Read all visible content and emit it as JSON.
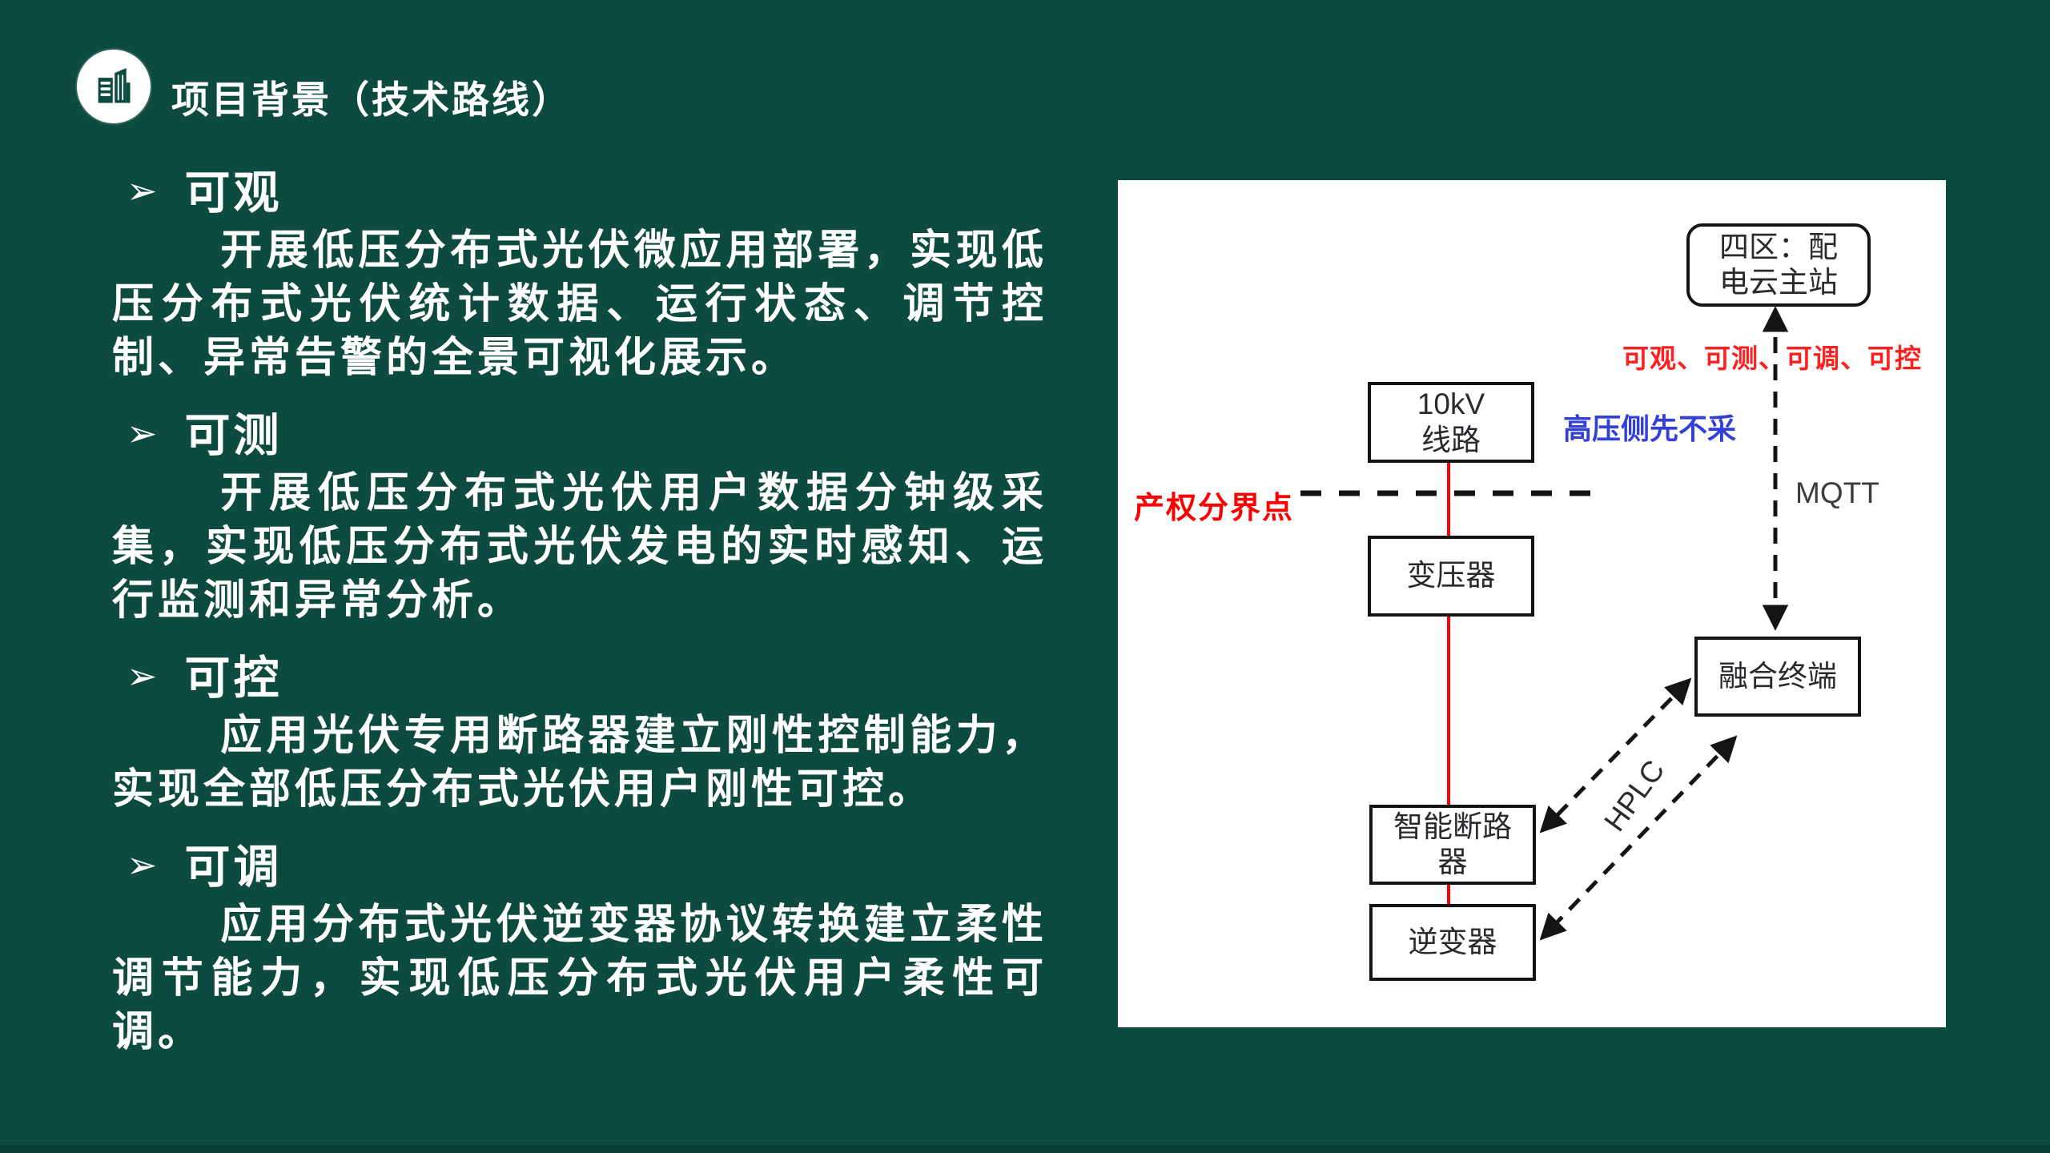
{
  "slide": {
    "title": "项目背景（技术路线）",
    "logo": "buildings-logo-icon",
    "bullet_glyph": "➢",
    "bullets": [
      {
        "heading": "可观",
        "body": "开展低压分布式光伏微应用部署，实现低压分布式光伏统计数据、运行状态、调节控制、异常告警的全景可视化展示。"
      },
      {
        "heading": "可测",
        "body": "开展低压分布式光伏用户数据分钟级采集，实现低压分布式光伏发电的实时感知、运行监测和异常分析。"
      },
      {
        "heading": "可控",
        "body": "应用光伏专用断路器建立刚性控制能力，实现全部低压分布式光伏用户刚性可控。"
      },
      {
        "heading": "可调",
        "body": "应用分布式光伏逆变器协议转换建立柔性调节能力，实现低压分布式光伏用户柔性可调。"
      }
    ]
  },
  "diagram": {
    "nodes": [
      {
        "id": "cloud-master",
        "lines": [
          "四区：配",
          "电云主站"
        ]
      },
      {
        "id": "10kv-line",
        "lines": [
          "10kV",
          "线路"
        ]
      },
      {
        "id": "transformer",
        "lines": [
          "变压器"
        ]
      },
      {
        "id": "fusion-terminal",
        "lines": [
          "融合终端"
        ]
      },
      {
        "id": "smart-breaker",
        "lines": [
          "智能断路",
          "器"
        ]
      },
      {
        "id": "inverter",
        "lines": [
          "逆变器"
        ]
      }
    ],
    "labels": {
      "capabilities": "可观、可测、可调、可控",
      "hv_note": "高压侧先不采",
      "boundary": "产权分界点",
      "mqtt": "MQTT",
      "hplc": "HPLC"
    },
    "colors": {
      "slide_background": "#0D4A40",
      "text_white": "#FFFFFF",
      "annotation_red": "#FF0000",
      "annotation_blue": "#3340D6",
      "wire_black": "#141414",
      "power_line_red": "#FF0000",
      "panel_background": "#FFFFFF"
    }
  }
}
